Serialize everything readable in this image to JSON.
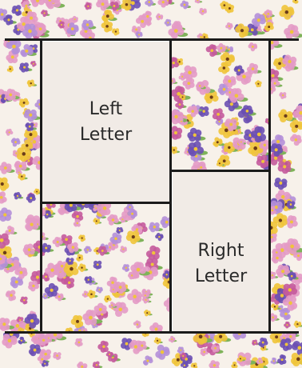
{
  "left_panel": {
    "line1": "Left",
    "line2": "Letter"
  },
  "right_panel": {
    "line1": "Right",
    "line2": "Letter"
  },
  "colors": {
    "background": "#f7f1ea",
    "panel": "#f1ebe6",
    "seam": "#1b1b1b",
    "pink": "#e39ac5",
    "magenta": "#c45a9c",
    "lavender": "#b48fd8",
    "purple": "#6a4fb2",
    "yellow": "#f0c43a",
    "leaf": "#7fb35a"
  }
}
